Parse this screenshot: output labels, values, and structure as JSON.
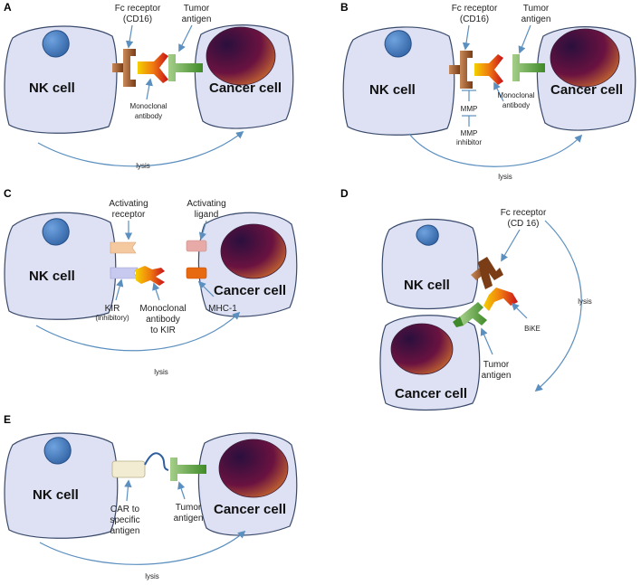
{
  "panels": {
    "A": {
      "letter": "A",
      "nk_label": "NK cell",
      "cancer_label": "Cancer cell",
      "fc_receptor": [
        "Fc receptor",
        "(CD16)"
      ],
      "tumor_antigen": [
        "Tumor",
        "antigen"
      ],
      "antibody": [
        "Monoclonal",
        "antibody"
      ],
      "lysis": "lysis"
    },
    "B": {
      "letter": "B",
      "nk_label": "NK cell",
      "cancer_label": "Cancer cell",
      "fc_receptor": [
        "Fc receptor",
        "(CD16)"
      ],
      "tumor_antigen": [
        "Tumor",
        "antigen"
      ],
      "antibody": [
        "Monoclonal",
        "antibody"
      ],
      "mmp": "MMP",
      "mmp_inhibitor": [
        "MMP",
        "inhibitor"
      ],
      "lysis": "lysis"
    },
    "C": {
      "letter": "C",
      "nk_label": "NK cell",
      "cancer_label": "Cancer cell",
      "activating_receptor": [
        "Activating",
        "receptor"
      ],
      "activating_ligand": [
        "Activating",
        "ligand"
      ],
      "kir": "KIR",
      "kir_note": "(inhibitory)",
      "antibody": [
        "Monoclonal",
        "antibody",
        "to KIR"
      ],
      "mhc": "MHC-1",
      "lysis": "lysis"
    },
    "D": {
      "letter": "D",
      "nk_label": "NK cell",
      "cancer_label": "Cancer cell",
      "fc_receptor": [
        "Fc receptor",
        "(CD 16)"
      ],
      "bike": "BiKE",
      "tumor_antigen": [
        "Tumor",
        "antigen"
      ],
      "lysis": "lysis"
    },
    "E": {
      "letter": "E",
      "nk_label": "NK cell",
      "cancer_label": "Cancer cell",
      "car": [
        "CAR to",
        "specific",
        "antigen"
      ],
      "tumor_antigen": [
        "Tumor",
        "antigen"
      ],
      "lysis": "lysis"
    }
  },
  "colors": {
    "cell_fill": "#dde1f3",
    "nucleus_nk": "#3f74b8",
    "fc_receptor": "#8a4a22",
    "tumor_antigen": "#5a9a3a",
    "arrow": "#5b8fbf"
  }
}
